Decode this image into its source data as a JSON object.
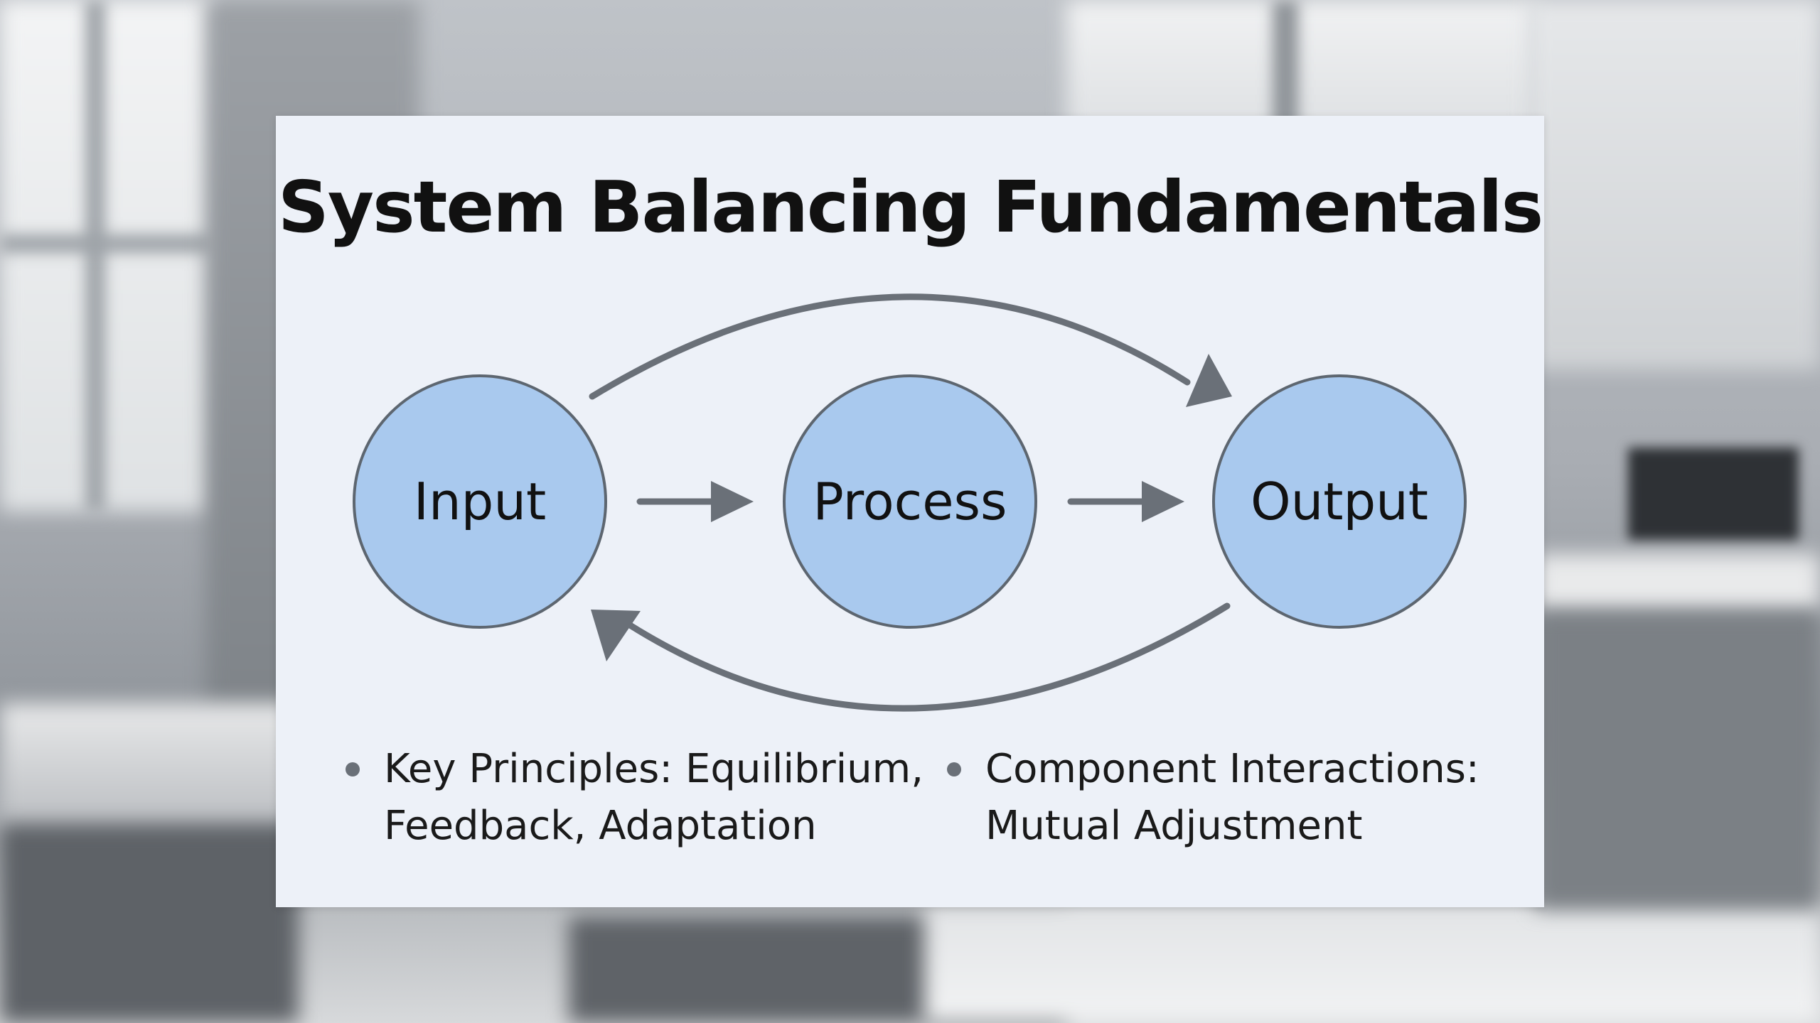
{
  "slide": {
    "title": "System Balancing Fundamentals"
  },
  "diagram": {
    "nodes": [
      {
        "id": "input",
        "label": "Input"
      },
      {
        "id": "process",
        "label": "Process"
      },
      {
        "id": "output",
        "label": "Output"
      }
    ],
    "edges": [
      {
        "from": "input",
        "to": "process"
      },
      {
        "from": "process",
        "to": "output"
      },
      {
        "from": "input",
        "to": "output",
        "style": "arc-top"
      },
      {
        "from": "output",
        "to": "input",
        "style": "arc-bottom"
      }
    ]
  },
  "bullets": [
    {
      "line1": "Key Principles: Equilibrium,",
      "line2": "Feedback, Adaptation"
    },
    {
      "line1": "Component Interactions:",
      "line2": "Mutual Adjustment"
    }
  ],
  "colors": {
    "node_fill": "#a9c9ee",
    "node_stroke": "#5d6670",
    "arrow": "#6a7078",
    "slide_bg": "#edf1f8"
  }
}
